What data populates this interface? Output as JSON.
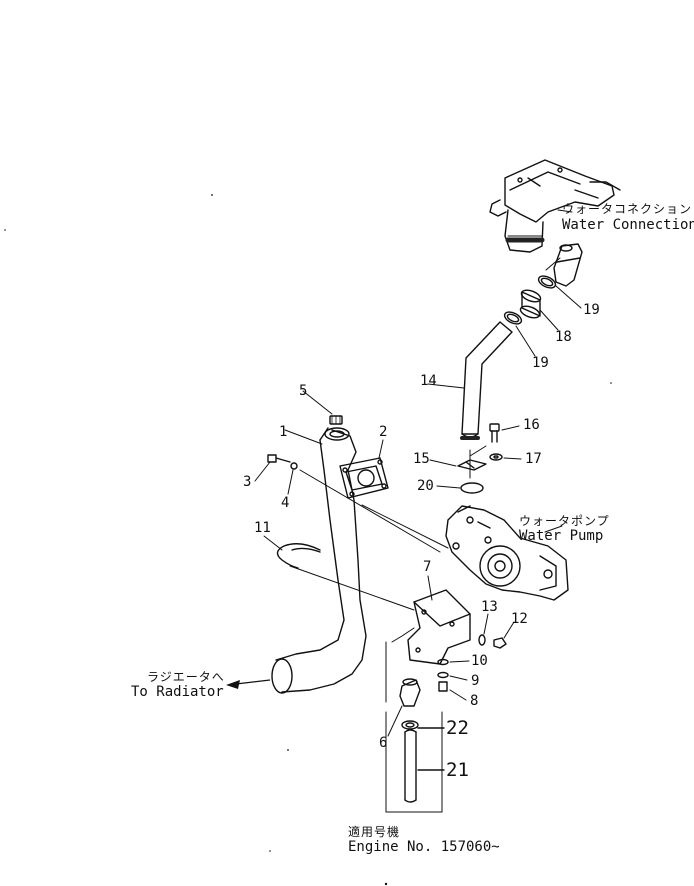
{
  "callouts": {
    "water_connection_jp": "ウォータコネクション",
    "water_connection_en": "Water  Connection",
    "water_pump_jp": "ウォータポンプ",
    "water_pump_en": "Water  Pump",
    "to_radiator_jp": "ラジエータへ",
    "to_radiator_en": "To  Radiator"
  },
  "serial": {
    "jp": "適用号機",
    "en": "Engine  No.  157060~"
  },
  "parts": [
    "1",
    "2",
    "3",
    "4",
    "5",
    "6",
    "7",
    "8",
    "9",
    "10",
    "11",
    "12",
    "13",
    "14",
    "15",
    "16",
    "17",
    "18",
    "19",
    "19",
    "20",
    "21",
    "22"
  ],
  "colors": {
    "ink": "#111111",
    "paper": "#ffffff"
  }
}
